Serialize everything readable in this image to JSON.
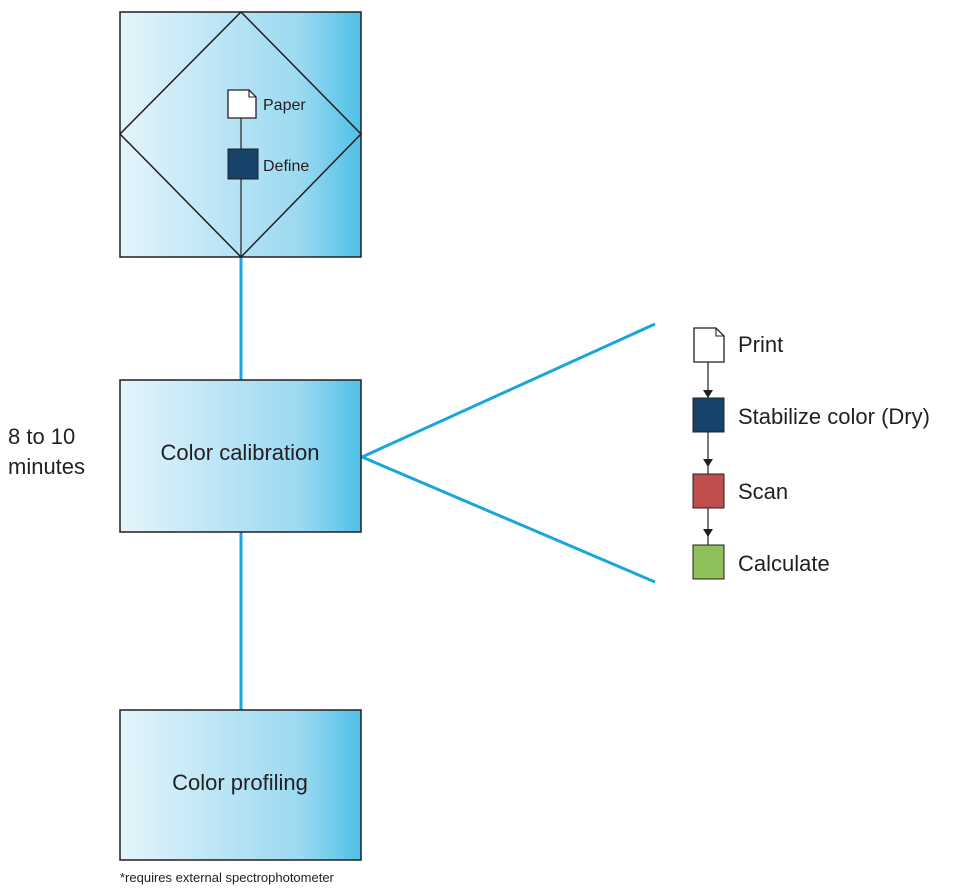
{
  "top_box": {
    "steps": [
      {
        "label": "Paper",
        "icon": "paper-icon"
      },
      {
        "label": "Define",
        "icon": "define-square-icon",
        "color": "#17436b"
      }
    ]
  },
  "calibration": {
    "label": "Color calibration",
    "duration_line1": "8 to 10",
    "duration_line2": "minutes",
    "steps": [
      {
        "label": "Print",
        "icon": "print-page-icon"
      },
      {
        "label": "Stabilize color (Dry)",
        "icon": "stabilize-square-icon",
        "color": "#17436b"
      },
      {
        "label": "Scan",
        "icon": "scan-square-icon",
        "color": "#c04e4e"
      },
      {
        "label": "Calculate",
        "icon": "calculate-square-icon",
        "color": "#8fc15a"
      }
    ]
  },
  "profiling": {
    "label": "Color profiling"
  },
  "footnote": "*requires external spectrophotometer",
  "colors": {
    "connector": "#1ba5dd",
    "box_gradient_start": "#e4f4fb",
    "box_gradient_end": "#4ec0e7",
    "outline": "#231f20"
  }
}
